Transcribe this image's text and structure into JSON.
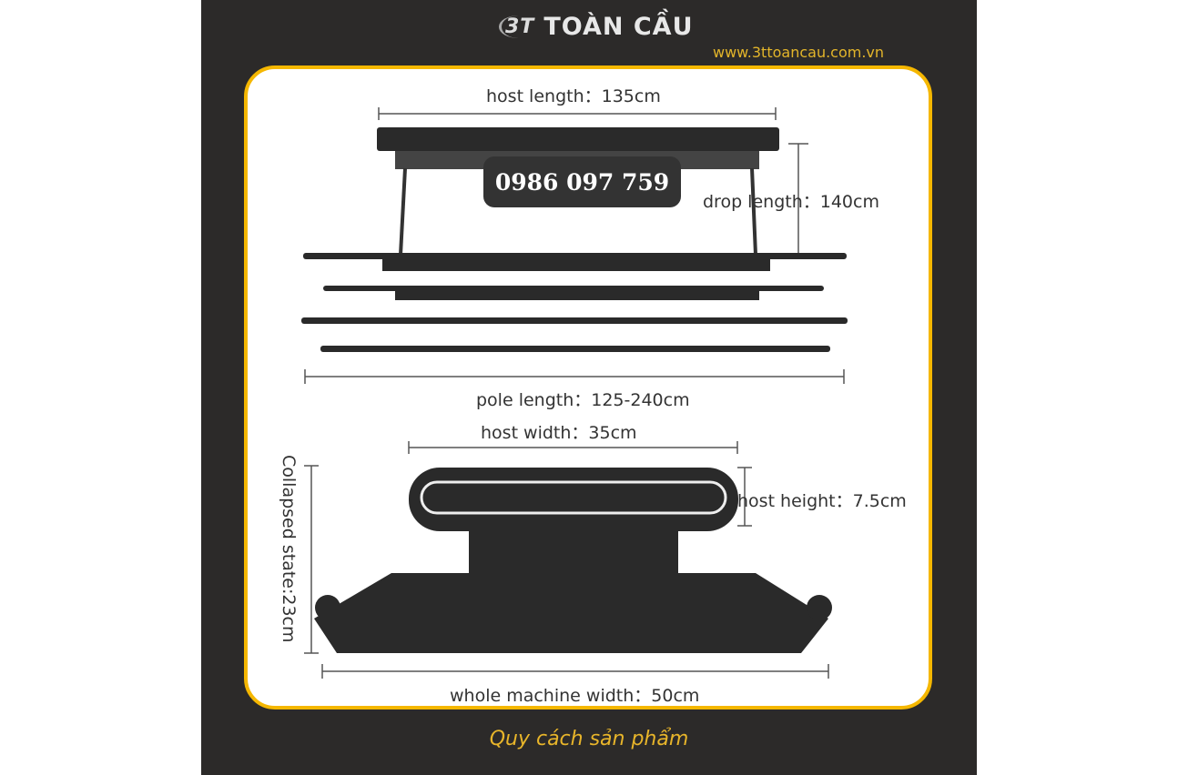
{
  "brand": {
    "name": "TOÀN CẦU",
    "mark": "3T",
    "website": "www.3ttoancau.com.vn"
  },
  "phone": "0986 097 759",
  "dimensions": {
    "host_length": "host length：135cm",
    "drop_length": "drop length：140cm",
    "pole_length": "pole length：125-240cm",
    "host_width": "host width：35cm",
    "host_height": "host height：7.5cm",
    "collapsed": "Collapsed state:23cm",
    "whole_width": "whole machine width：50cm"
  },
  "caption": "Quy cách sản phẩm",
  "colors": {
    "panel": "#2c2a29",
    "accent": "#f5b700"
  }
}
